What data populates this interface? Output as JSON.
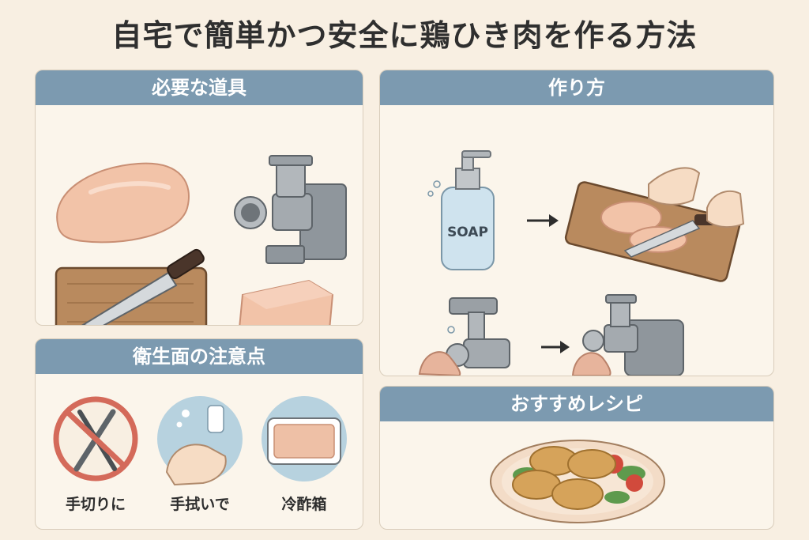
{
  "title": "自宅で簡単かつ安全に鶏ひき肉を作る方法",
  "panels": {
    "tools": {
      "heading": "必要な道具"
    },
    "steps": {
      "heading": "作り方",
      "soap_label": "SOAP"
    },
    "hygiene": {
      "heading": "衛生面の注意点",
      "items": [
        {
          "label": "手切りに",
          "icon": "no-knife-icon"
        },
        {
          "label": "手拭いで",
          "icon": "hand-wash-icon"
        },
        {
          "label": "冷酢箱",
          "icon": "refrigerated-tray-icon"
        }
      ]
    },
    "recipe": {
      "heading": "おすすめレシピ"
    }
  },
  "colors": {
    "background": "#f8efe2",
    "header": "#7c9ab0",
    "chicken": "#f2c3a8",
    "board": "#b98a5e",
    "metal": "#9a9fa4",
    "no_sign": "#d46a5a"
  }
}
